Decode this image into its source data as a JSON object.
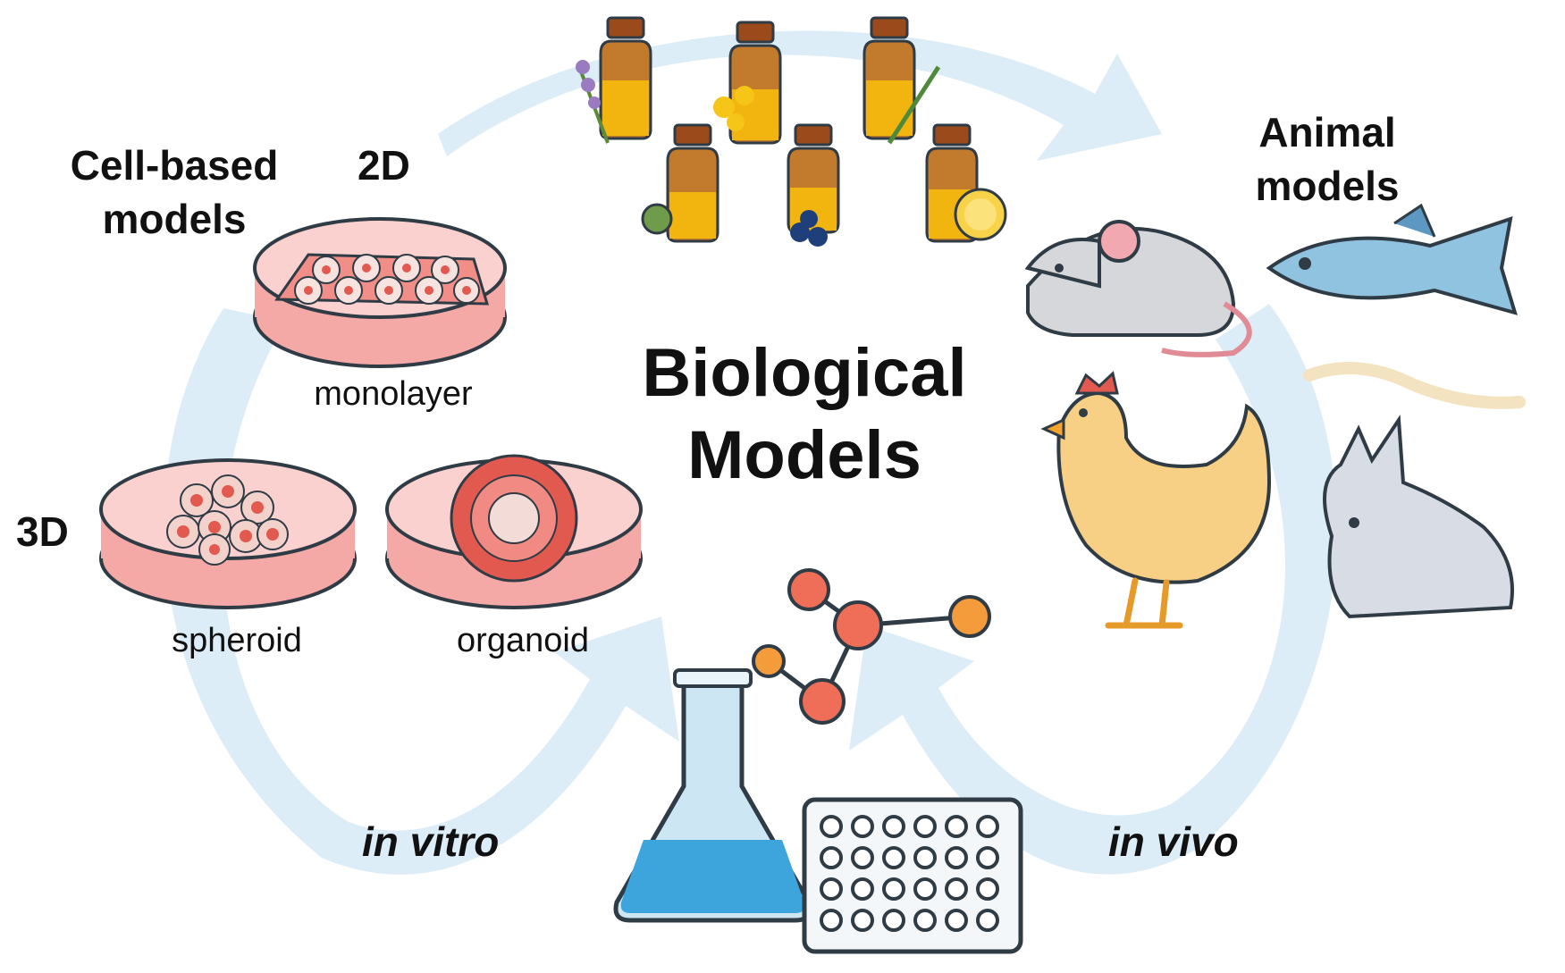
{
  "title": {
    "line1": "Biological",
    "line2": "Models"
  },
  "cell_based": {
    "line1": "Cell-based",
    "line2": "models"
  },
  "animal": {
    "line1": "Animal",
    "line2": "models"
  },
  "labels": {
    "two_d": "2D",
    "three_d": "3D",
    "monolayer": "monolayer",
    "spheroid": "spheroid",
    "organoid": "organoid",
    "in_vitro": "in vitro",
    "in_vivo": "in vivo"
  },
  "colors": {
    "arrow": "#d8ebf6",
    "dish": "#f5a9a6",
    "dish_edge": "#2f3b45",
    "cell": "#e2594f",
    "oil": "#f2b40f",
    "bottle": "#9b4a1c",
    "flask_liquid": "#3da5dc",
    "molecule": "#ee6e57"
  },
  "icons": [
    "essential-oil-bottle-icon",
    "petri-dish-icon",
    "mouse-icon",
    "fish-icon",
    "worm-icon",
    "chicken-icon",
    "rabbit-icon",
    "flask-icon",
    "molecule-icon",
    "well-plate-icon"
  ]
}
